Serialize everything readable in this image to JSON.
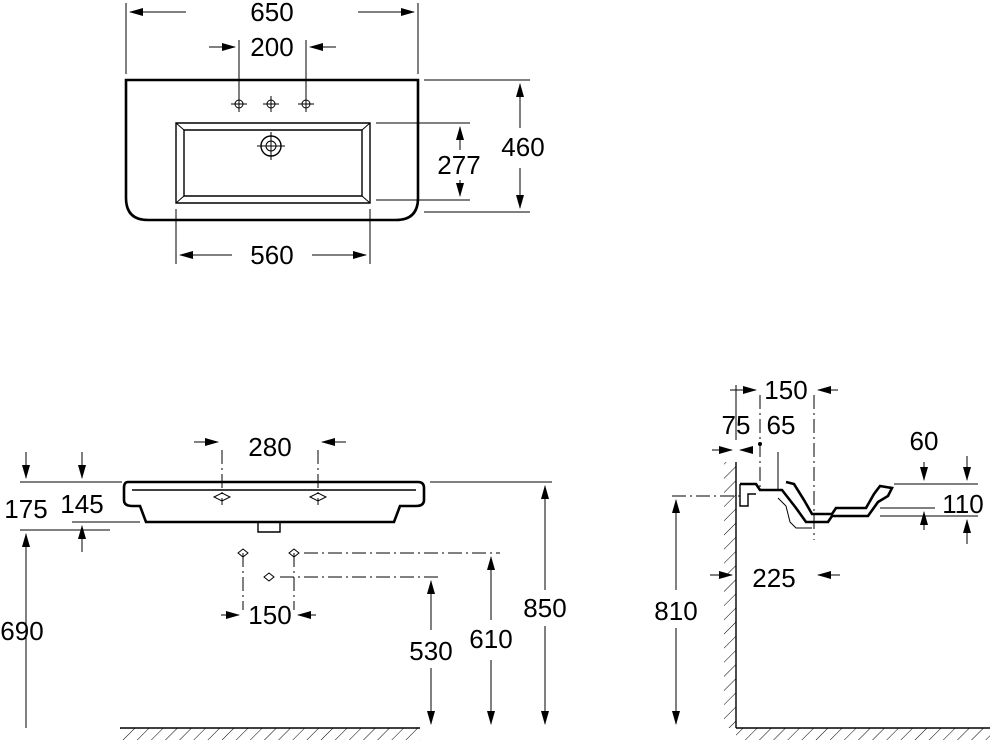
{
  "top_view": {
    "overall_width": "650",
    "tap_spacing": "200",
    "overall_depth": "460",
    "bowl_depth": "277",
    "bowl_width": "560"
  },
  "front_view": {
    "tap_holes_spacing": "280",
    "height_175": "175",
    "height_145": "145",
    "height_690": "690",
    "waste_spacing": "150",
    "height_530": "530",
    "height_610": "610",
    "height_850": "850"
  },
  "side_view": {
    "offset_150": "150",
    "offset_75": "75",
    "offset_65": "65",
    "depth_60": "60",
    "depth_110": "110",
    "wall_225": "225",
    "height_810": "810"
  }
}
